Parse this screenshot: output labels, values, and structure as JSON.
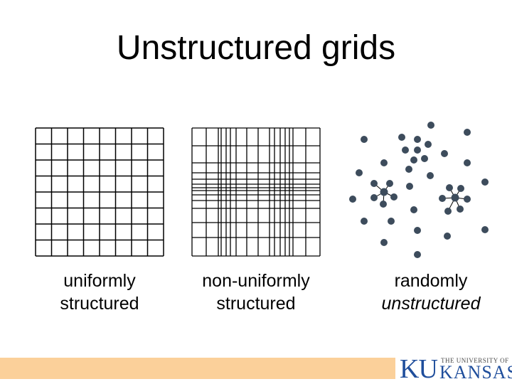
{
  "slide": {
    "title": "Unstructured grids"
  },
  "panels": [
    {
      "line1": "uniformly",
      "line2": "structured"
    },
    {
      "line1": "non-uniformly",
      "line2": "structured"
    },
    {
      "line1": "randomly",
      "line2": "unstructured"
    }
  ],
  "colors": {
    "grid_line": "#000000",
    "node_fill": "#3d4c5c",
    "footer_bar": "#fbd09a",
    "logo_blue": "#1f4e9c"
  },
  "logo": {
    "monogram": "KU",
    "line_small": "THE UNIVERSITY OF",
    "line_big": "KANSAS"
  }
}
